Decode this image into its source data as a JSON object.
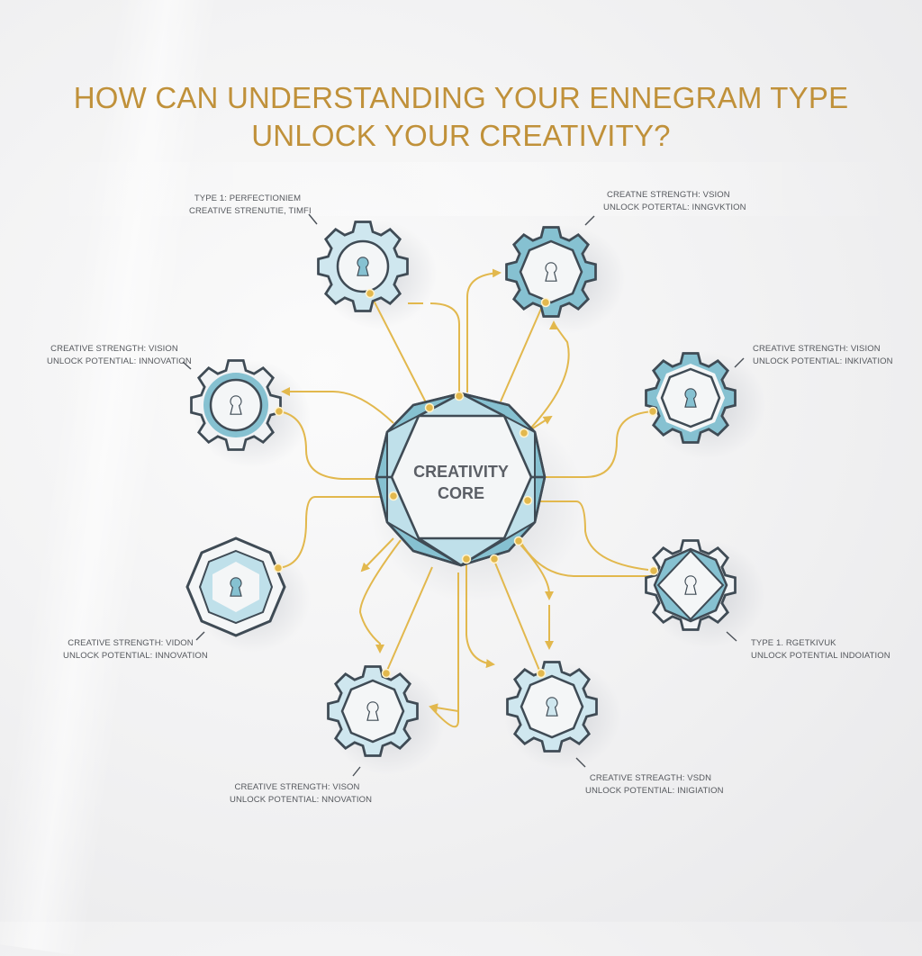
{
  "title": {
    "line1": "HOW CAN UNDERSTANDING YOUR ENNEGRAM TYPE",
    "line2": "UNLOCK YOUR CREATIVITY?",
    "color": "#c0913a"
  },
  "core": {
    "line1": "CREATIVITY",
    "line2": "CORE",
    "fill_color": "#7fbccc",
    "stroke_color": "#3f4b55"
  },
  "colors": {
    "connector": "#e2b84d",
    "gear_light": "#cfe7ef",
    "gear_dark": "#86c1d1",
    "outline": "#3f4b55",
    "label_text": "#55585d"
  },
  "nodes": [
    {
      "id": "top-left",
      "line1": "TYPE 1: PERFECTIONIEM",
      "line2": "CREATIVE STRENUTIE, TIMFI"
    },
    {
      "id": "top-right",
      "line1": "CREATNE STRENGTH: VSION",
      "line2": "UNLOCK POTERTAL: INNGVKTION"
    },
    {
      "id": "mid-left",
      "line1": "CREATIVE STRENGTH: VISION",
      "line2": "UNLOCK POTENTIAL: INNOVATION"
    },
    {
      "id": "mid-right",
      "line1": "CREATIVE STRENGTH: VISION",
      "line2": "UNLOCK POTENTIAL: INKIVATION"
    },
    {
      "id": "low-left",
      "line1": "CREATIVE STRENGTH: VIDON",
      "line2": "UNLOCK POTENTIAL: INNOVATION"
    },
    {
      "id": "low-right",
      "line1": "TYPE 1. RGETKIVUK",
      "line2": "UNLOCK POTENTIAL INDOIATION"
    },
    {
      "id": "bottom-left",
      "line1": "CREATIVE STRENGTH: VISON",
      "line2": "UNLOCK POTENTIAL: NNOVATION"
    },
    {
      "id": "bottom-right",
      "line1": "CREATIVE STREAGTH: VSDN",
      "line2": "UNLOCK POTENTIAL: INIGIATION"
    }
  ]
}
